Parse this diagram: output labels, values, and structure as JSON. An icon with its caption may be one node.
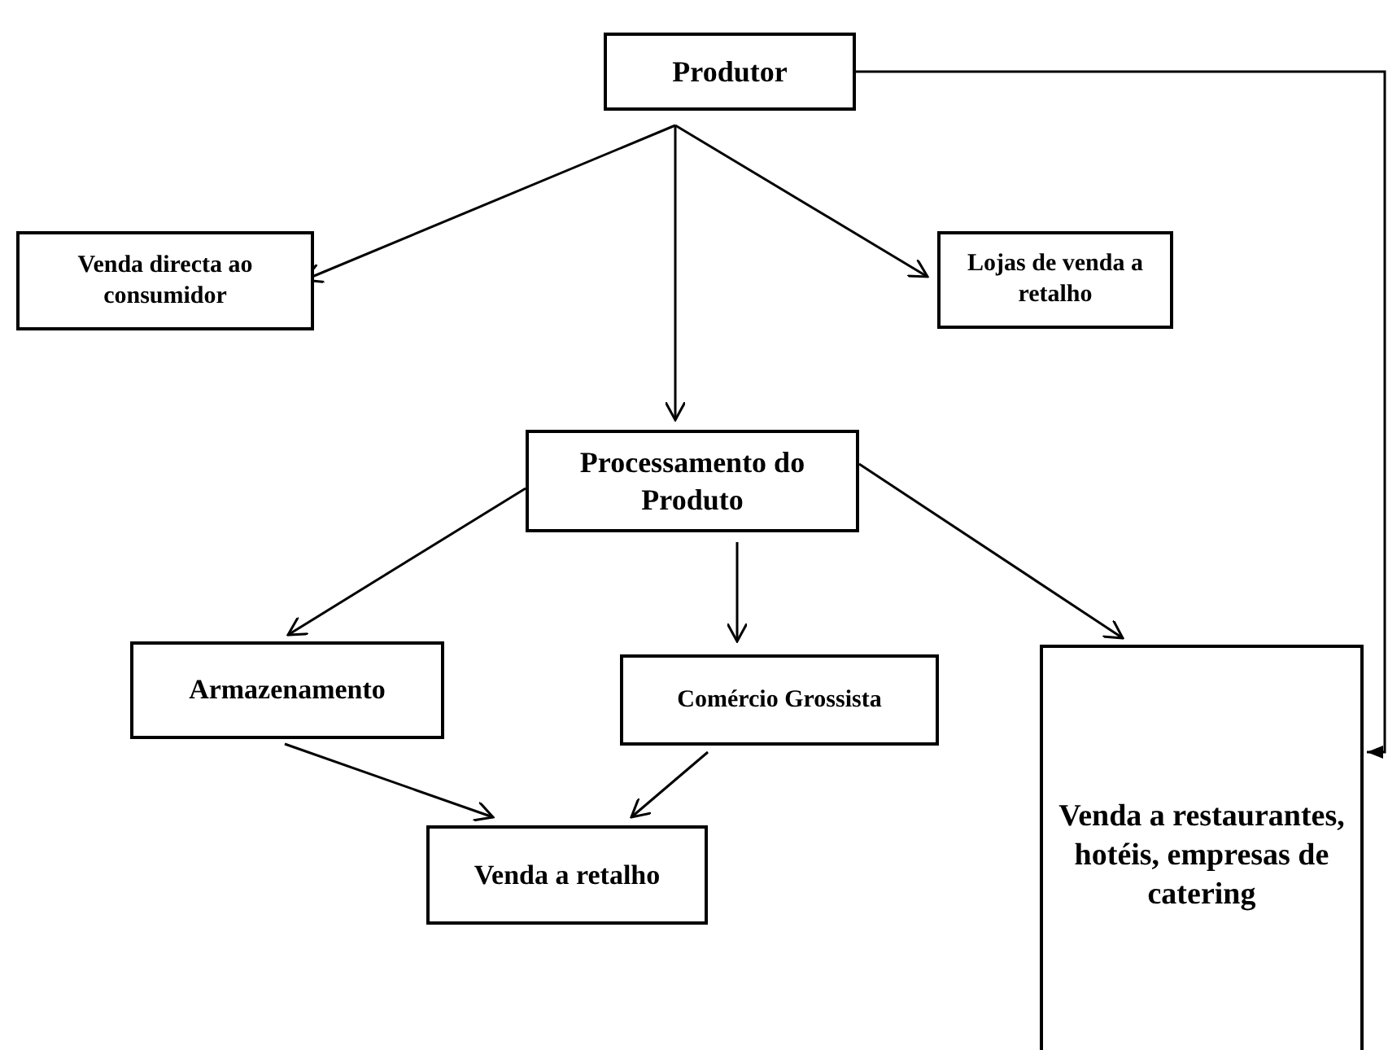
{
  "diagram": {
    "nodes": [
      {
        "text": [
          "Produtor"
        ]
      },
      {
        "text": [
          "Venda directa ao consumidor"
        ]
      },
      {
        "text": [
          "Lojas de venda a retalho"
        ]
      },
      {
        "text": [
          "Processamento do Produto"
        ]
      },
      {
        "text": [
          "Armazenamento"
        ]
      },
      {
        "text": [
          "Comércio Grossista"
        ]
      },
      {
        "text": [
          "Venda a retalho"
        ]
      },
      {
        "text": [
          "Venda a restaurantes, hotéis, empresas de catering"
        ]
      }
    ],
    "edges": [
      {
        "from": 0,
        "to": 1,
        "arrow": "to"
      },
      {
        "from": 0,
        "to": 2,
        "arrow": "to"
      },
      {
        "from": 0,
        "to": 3,
        "arrow": "to"
      },
      {
        "from": 0,
        "to": 7,
        "arrow": "to"
      },
      {
        "from": 3,
        "to": 4,
        "arrow": "to"
      },
      {
        "from": 3,
        "to": 5,
        "arrow": "to"
      },
      {
        "from": 3,
        "to": 7,
        "arrow": "to"
      },
      {
        "from": 4,
        "to": 6,
        "arrow": "to"
      },
      {
        "from": 5,
        "to": 6,
        "arrow": "to"
      }
    ]
  }
}
